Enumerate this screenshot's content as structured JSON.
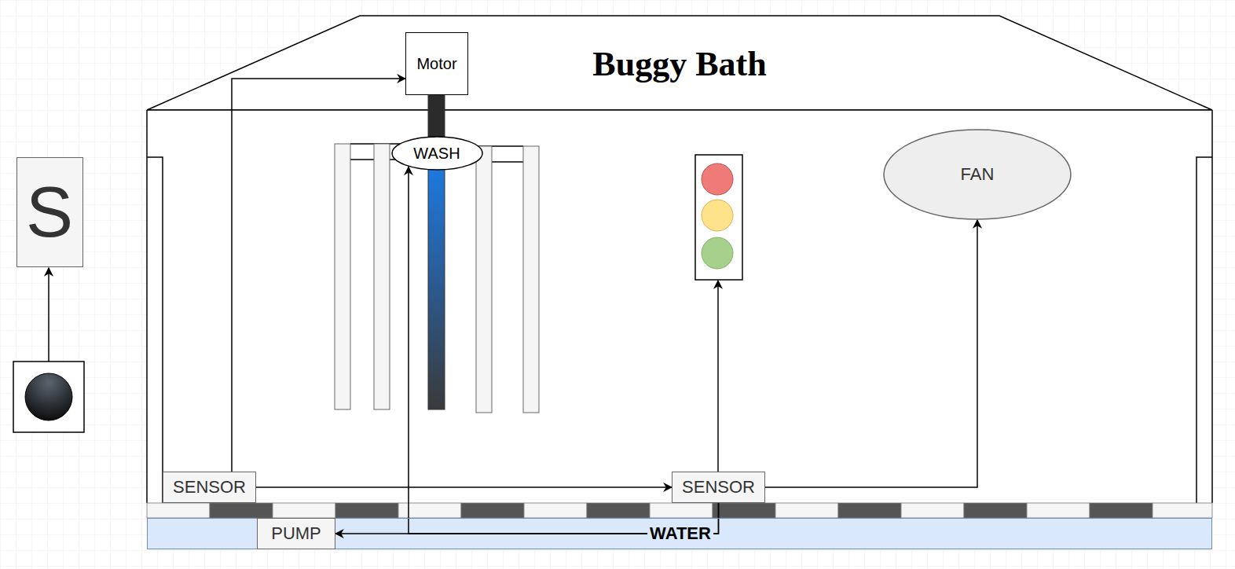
{
  "diagram": {
    "title": "Buggy Bath",
    "nodes": [
      {
        "text": [
          "Motor"
        ]
      },
      {
        "text": [
          "WASH"
        ]
      },
      {
        "text": [
          "S"
        ]
      },
      {
        "text": [
          "FAN"
        ]
      },
      {
        "text": [
          "SENSOR"
        ]
      },
      {
        "text": [
          "SENSOR"
        ]
      },
      {
        "text": [
          "WATER"
        ]
      },
      {
        "text": [
          "PUMP"
        ],
        "in": 6
      }
    ],
    "edges": [
      {
        "from": 4,
        "to": 0,
        "arrow": "to"
      },
      {
        "from": 4,
        "to": 5,
        "arrow": "to"
      },
      {
        "from": 5,
        "to": 3,
        "arrow": "to"
      },
      {
        "from": 5,
        "to": 7,
        "arrow": "to"
      },
      {
        "from": 5,
        "to": 1,
        "arrow": "to"
      }
    ]
  }
}
